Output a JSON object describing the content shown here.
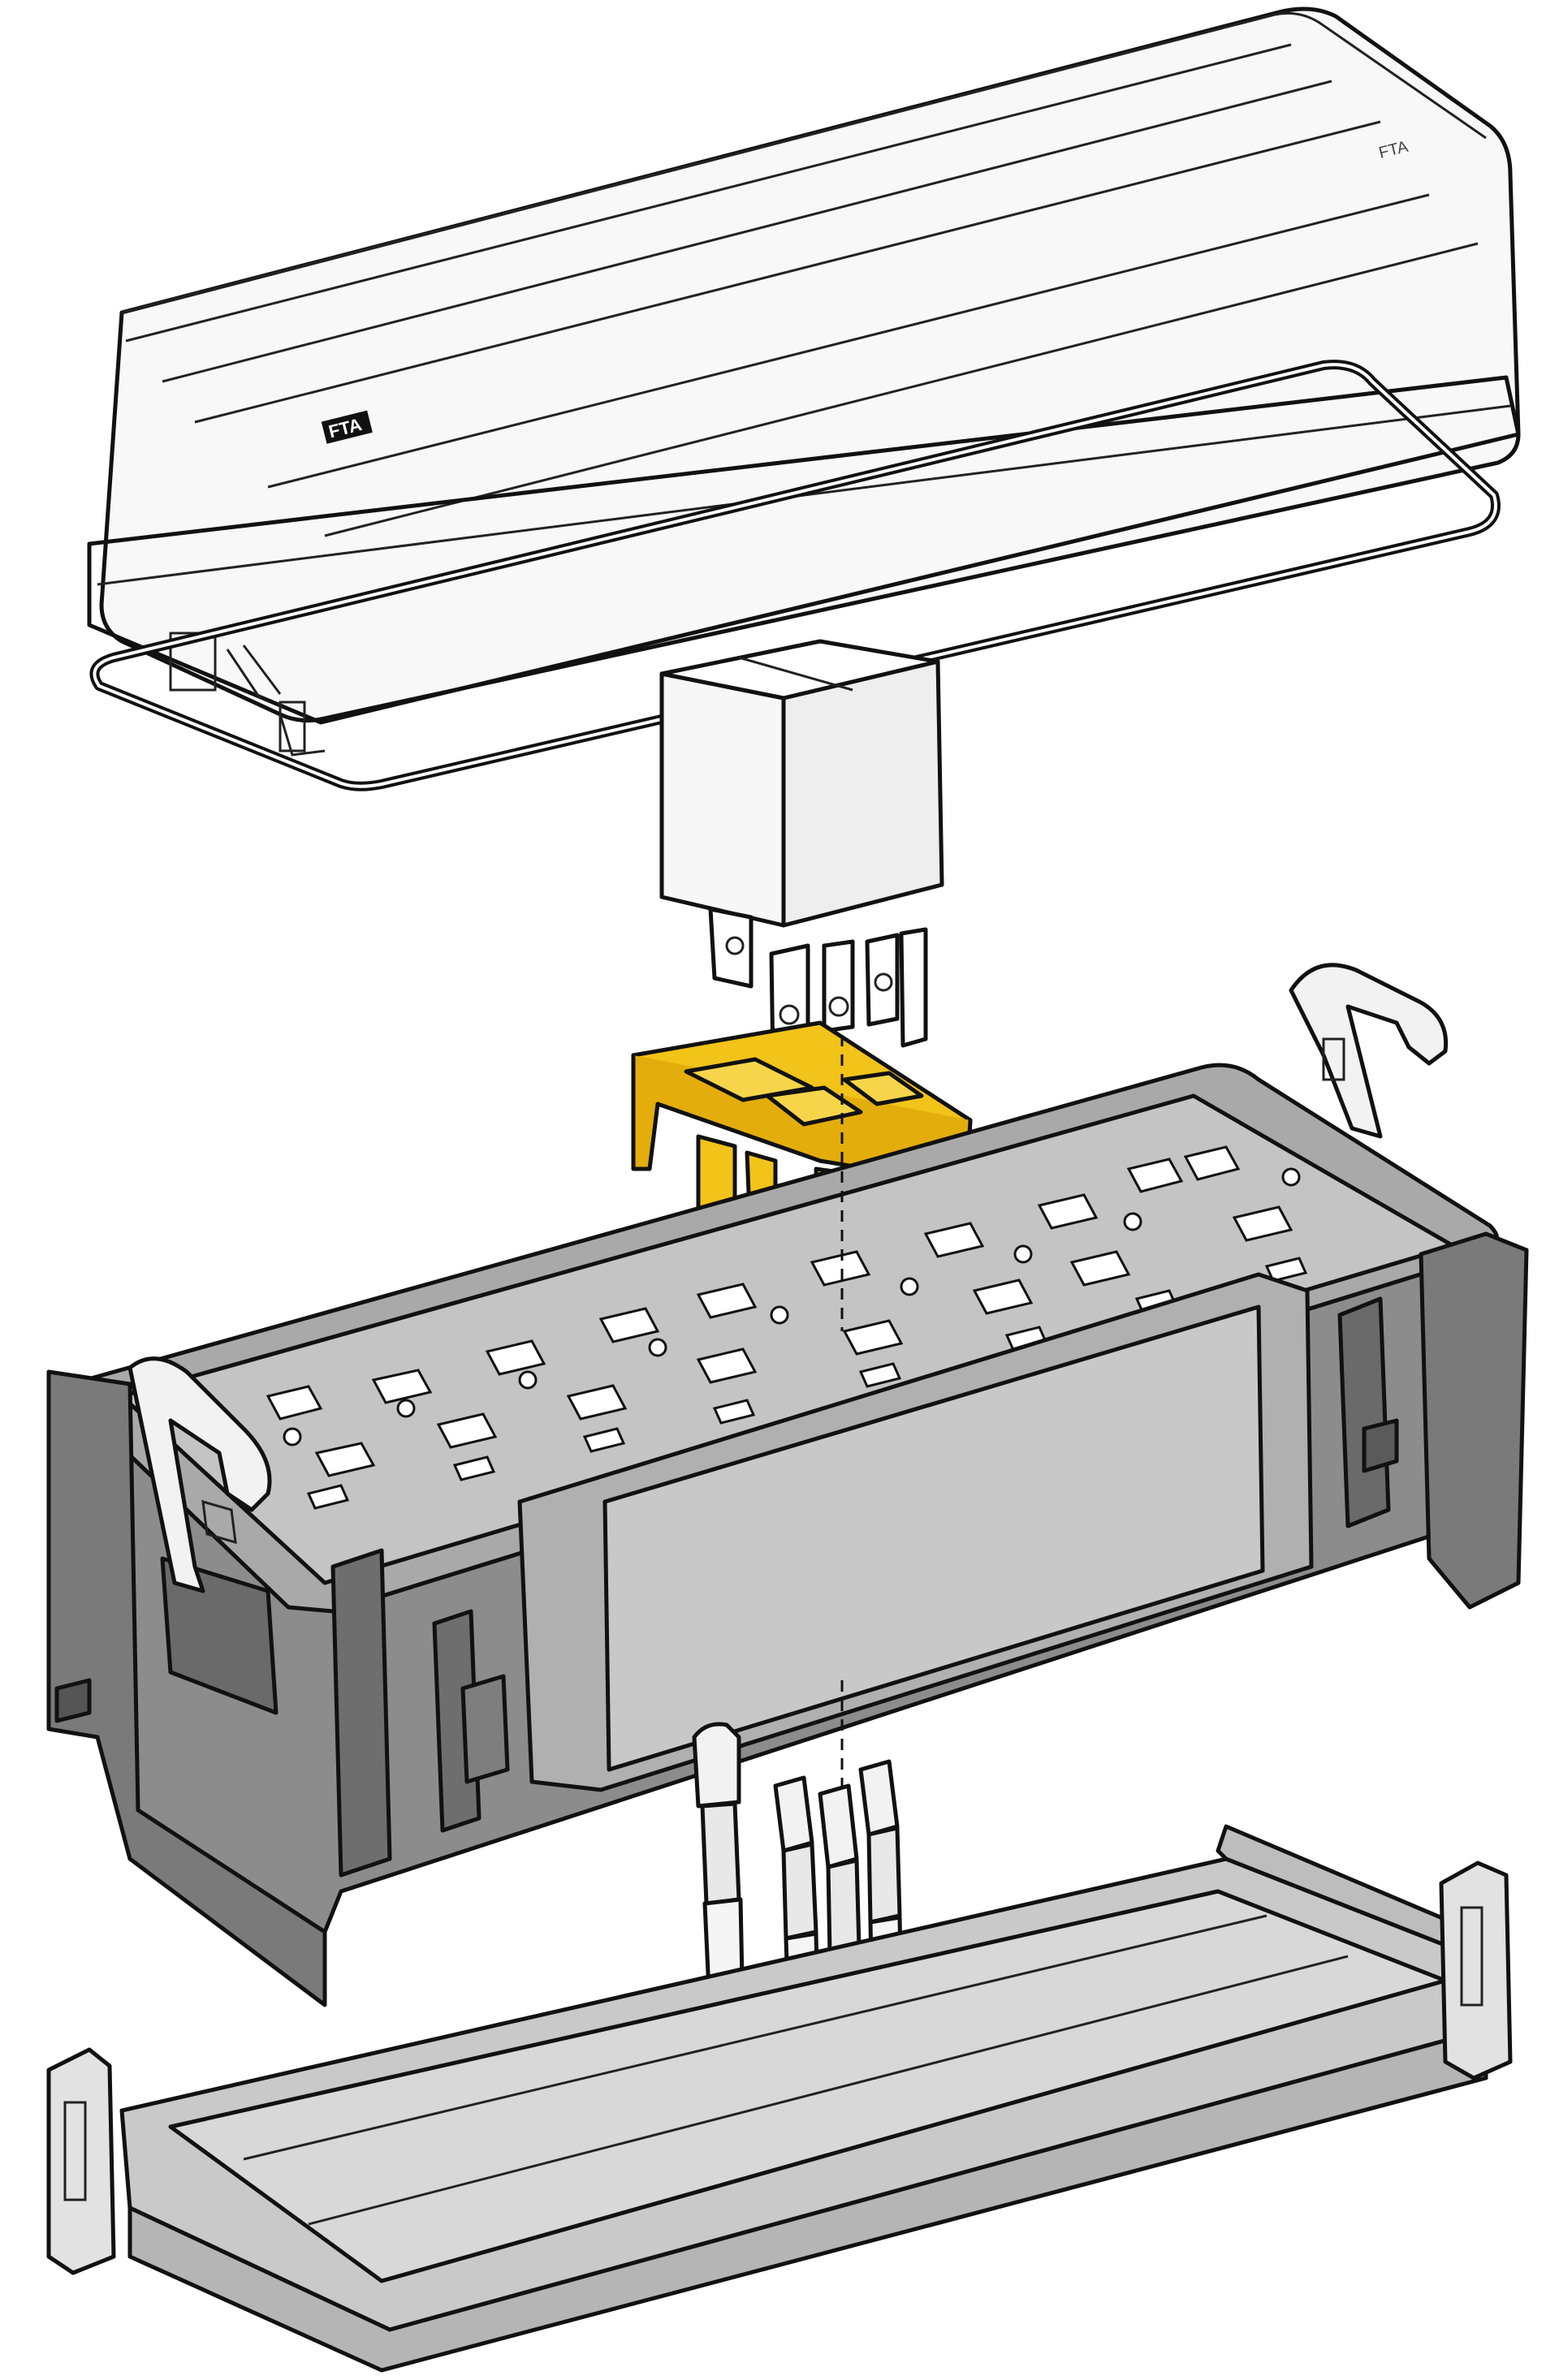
{
  "diagram": {
    "type": "exploded-assembly",
    "components": [
      {
        "id": "transparent-cover",
        "marking": "FTA"
      },
      {
        "id": "cover-gasket"
      },
      {
        "id": "relay"
      },
      {
        "id": "relay-adapter-yellow"
      },
      {
        "id": "fuse-relay-box-base"
      },
      {
        "id": "mounting-clips"
      },
      {
        "id": "crimp-terminals"
      },
      {
        "id": "bottom-cover"
      }
    ],
    "cover_marking_left": "FTA",
    "cover_marking_right": "FTA"
  },
  "colors": {
    "cover_fill": "#f4f4f4",
    "box_dark": "#6f6f6f",
    "box_mid": "#9a9a9a",
    "box_light": "#bdbdbd",
    "adapter_yellow": "#f2c318",
    "relay_fill": "#f7f7f7",
    "tray_fill": "#c9c9c9"
  }
}
